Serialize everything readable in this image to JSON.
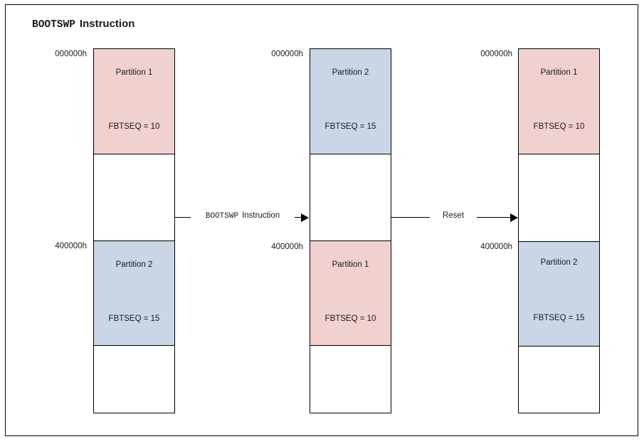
{
  "title": {
    "mono_part": "BOOTSWP",
    "sans_part": "Instruction"
  },
  "colors": {
    "partition1_fill": "#F1D1CF",
    "partition2_fill": "#CAD6E6",
    "stroke": "#000000",
    "background": "#FFFFFF"
  },
  "columns": [
    {
      "id": "state-initial",
      "top_address": "000000h",
      "bottom_address": "400000h",
      "top_block": {
        "name": "Partition 1",
        "value": "FBTSEQ = 10",
        "fill": "pink"
      },
      "bottom_block": {
        "name": "Partition 2",
        "value": "FBTSEQ = 15",
        "fill": "blue"
      }
    },
    {
      "id": "state-after-bootswp",
      "top_address": "000000h",
      "bottom_address": "400000h",
      "top_block": {
        "name": "Partition 2",
        "value": "FBTSEQ = 15",
        "fill": "blue"
      },
      "bottom_block": {
        "name": "Partition 1",
        "value": "FBTSEQ = 10",
        "fill": "pink"
      }
    },
    {
      "id": "state-after-reset",
      "top_address": "000000h",
      "bottom_address": "400000h",
      "top_block": {
        "name": "Partition 1",
        "value": "FBTSEQ = 10",
        "fill": "pink"
      },
      "bottom_block": {
        "name": "Partition 2",
        "value": "FBTSEQ = 15",
        "fill": "blue"
      }
    }
  ],
  "arrows": [
    {
      "id": "arrow-bootswp",
      "mono_part": "BOOTSWP",
      "sans_part": "Instruction"
    },
    {
      "id": "arrow-reset",
      "mono_part": "",
      "sans_part": "Reset"
    }
  ]
}
